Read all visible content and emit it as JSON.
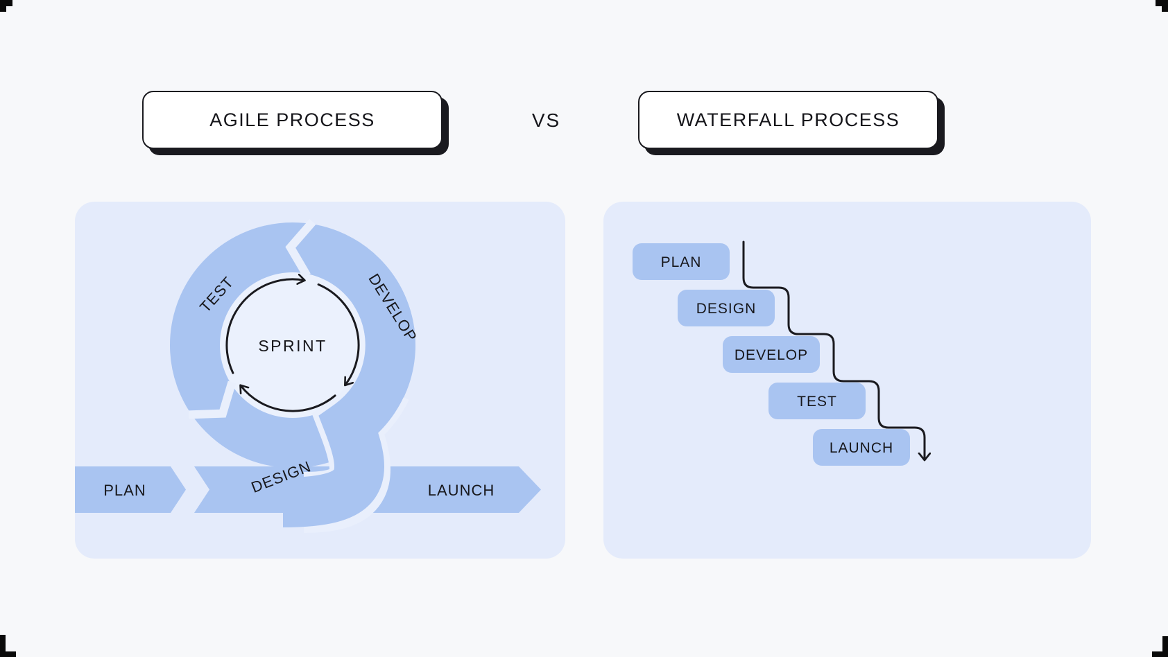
{
  "header": {
    "agile_title": "AGILE PROCESS",
    "vs_label": "VS",
    "waterfall_title": "WATERFALL PROCESS"
  },
  "agile": {
    "plan_label": "PLAN",
    "design_label": "DESIGN",
    "launch_label": "LAUNCH",
    "test_label": "TEST",
    "develop_label": "DEVELOP",
    "sprint_label": "SPRINT"
  },
  "waterfall": {
    "stages": [
      "PLAN",
      "DESIGN",
      "DEVELOP",
      "TEST",
      "LAUNCH"
    ]
  },
  "colors": {
    "page_bg": "#F7F8FA",
    "panel_bg": "#E4EBFB",
    "shape_blue": "#A9C4F1",
    "inner_circle": "#EBF1FD",
    "gap_white": "#E9EFFC",
    "ink": "#1A1A1F",
    "title_box_bg": "#FFFFFF"
  }
}
